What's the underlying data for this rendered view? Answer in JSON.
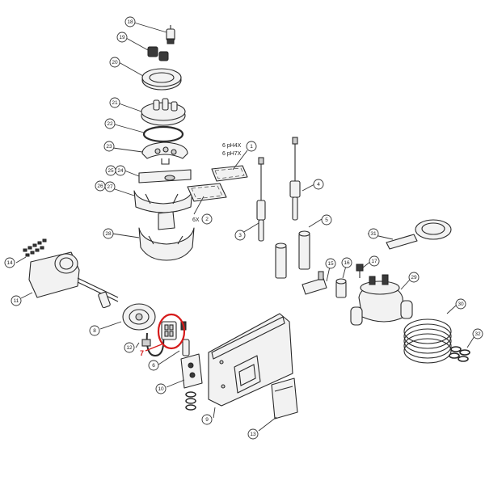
{
  "colors": {
    "highlight": "#d61a1a",
    "outline": "#2a2a2a",
    "part_fill": "#f2f2f2"
  },
  "callouts": [
    {
      "id": "c1",
      "label": "1"
    },
    {
      "id": "c2",
      "label": "2"
    },
    {
      "id": "c3",
      "label": "3"
    },
    {
      "id": "c4",
      "label": "4"
    },
    {
      "id": "c5",
      "label": "5"
    },
    {
      "id": "c6",
      "label": "6"
    },
    {
      "id": "c8",
      "label": "8"
    },
    {
      "id": "c9",
      "label": "9"
    },
    {
      "id": "c10",
      "label": "10"
    },
    {
      "id": "c11",
      "label": "11"
    },
    {
      "id": "c12",
      "label": "12"
    },
    {
      "id": "c13",
      "label": "13"
    },
    {
      "id": "c14",
      "label": "14"
    },
    {
      "id": "c15",
      "label": "15"
    },
    {
      "id": "c16",
      "label": "16"
    },
    {
      "id": "c17",
      "label": "17"
    },
    {
      "id": "c18",
      "label": "18"
    },
    {
      "id": "c19",
      "label": "19"
    },
    {
      "id": "c20",
      "label": "20"
    },
    {
      "id": "c21",
      "label": "21"
    },
    {
      "id": "c22",
      "label": "22"
    },
    {
      "id": "c23",
      "label": "23"
    },
    {
      "id": "c24",
      "label": "24"
    },
    {
      "id": "c25",
      "label": "25"
    },
    {
      "id": "c26",
      "label": "26"
    },
    {
      "id": "c27",
      "label": "27"
    },
    {
      "id": "c28",
      "label": "28"
    },
    {
      "id": "c29",
      "label": "29"
    },
    {
      "id": "c30",
      "label": "30"
    },
    {
      "id": "c31",
      "label": "31"
    },
    {
      "id": "c32",
      "label": "32"
    }
  ],
  "notes": {
    "qty_ph4": "6 pH4X",
    "qty_ph7": "6 pH7X",
    "qty_6x": "6X"
  },
  "highlight": {
    "label": "7"
  }
}
